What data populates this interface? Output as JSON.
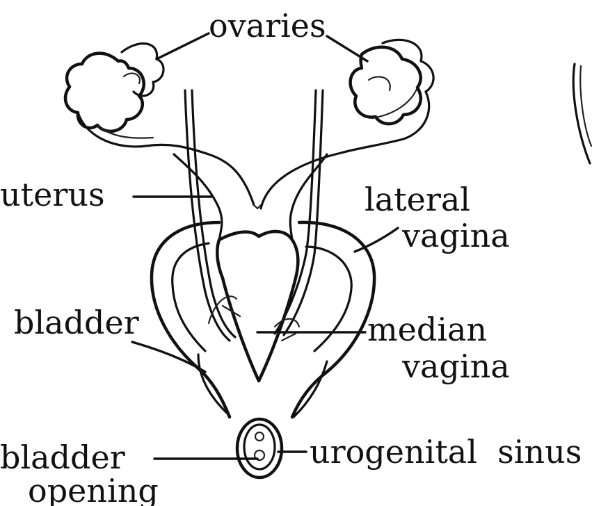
{
  "labels": {
    "ovaries": "ovaries",
    "uterus": "uterus",
    "lateral_vagina_line1": "lateral",
    "lateral_vagina_line2": "vagina",
    "bladder": "bladder",
    "median_vagina_line1": "median",
    "median_vagina_line2": "vagina",
    "bladder_opening_line1": "bladder",
    "bladder_opening_line2": "opening",
    "urogenital_sinus": "urogenital  sinus"
  },
  "colors": {
    "ink": "#111111",
    "background": "#ffffff"
  }
}
